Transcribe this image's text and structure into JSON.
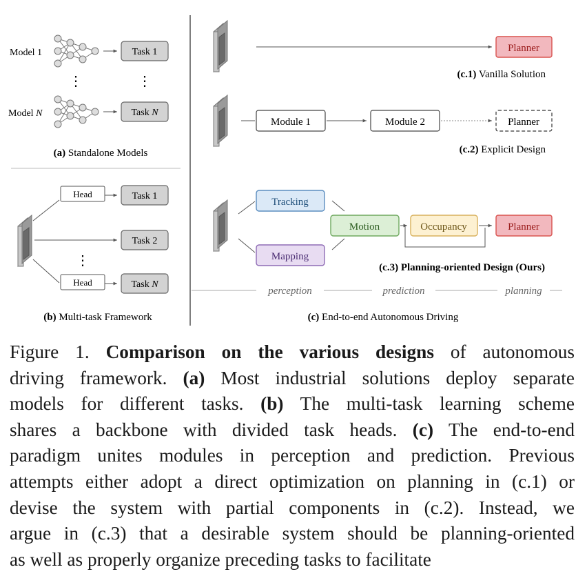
{
  "figure": {
    "panel_a": {
      "model1_label": "Model 1",
      "modelN_label": "Model N",
      "task1": "Task 1",
      "taskN": "Task N",
      "caption_bold": "(a)",
      "caption_text": " Standalone Models"
    },
    "panel_b": {
      "head_label": "Head",
      "task1": "Task 1",
      "task2": "Task 2",
      "taskN": "Task N",
      "caption_bold": "(b)",
      "caption_text": " Multi-task Framework"
    },
    "panel_c": {
      "c1": {
        "planner": "Planner",
        "caption_bold": "(c.1)",
        "caption_text": " Vanilla Solution"
      },
      "c2": {
        "module1": "Module 1",
        "module2": "Module 2",
        "planner": "Planner",
        "caption_bold": "(c.2)",
        "caption_text": " Explicit Design"
      },
      "c3": {
        "tracking": "Tracking",
        "mapping": "Mapping",
        "motion": "Motion",
        "occupancy": "Occupancy",
        "planner": "Planner",
        "caption": "(c.3) Planning-oriented Design (Ours)"
      },
      "stages": {
        "perception": "perception",
        "prediction": "prediction",
        "planning": "planning"
      },
      "caption_bold": "(c)",
      "caption_text": " End-to-end Autonomous Driving"
    },
    "colors": {
      "planner_fill": "#f2b8be",
      "planner_stroke": "#d9534f",
      "tracking_fill": "#dbe9f7",
      "tracking_stroke": "#5b8dbf",
      "mapping_fill": "#e8dcf2",
      "mapping_stroke": "#8e6bb5",
      "motion_fill": "#dcefd6",
      "motion_stroke": "#6ea85f",
      "occupancy_fill": "#fdf1d2",
      "occupancy_stroke": "#d8b15c",
      "task_fill": "#d3d3d3",
      "task_stroke": "#666666"
    }
  },
  "caption": {
    "l1_a": "Figure 1.  ",
    "l1_b": "Comparison on the various designs",
    "l1_c": " of autonomous",
    "l2_a": "driving framework. ",
    "l2_b": "(a)",
    "l2_c": " Most industrial solutions deploy separate",
    "l3_a": "models for different tasks.  ",
    "l3_b": "(b)",
    "l3_c": " The multi-task learning scheme",
    "l4_a": "shares a backbone with divided task heads.  ",
    "l4_b": "(c)",
    "l4_c": " The end-to-end",
    "l5": "paradigm unites modules in perception and prediction.  Previous",
    "l6": "attempts either adopt a direct optimization on planning in (c.1) or",
    "l7": "devise the system with partial components in (c.2).  Instead, we",
    "l8": "argue in (c.3) that a desirable system should be planning-oriented",
    "l9": "as well as properly organize preceding tasks to facilitate"
  }
}
